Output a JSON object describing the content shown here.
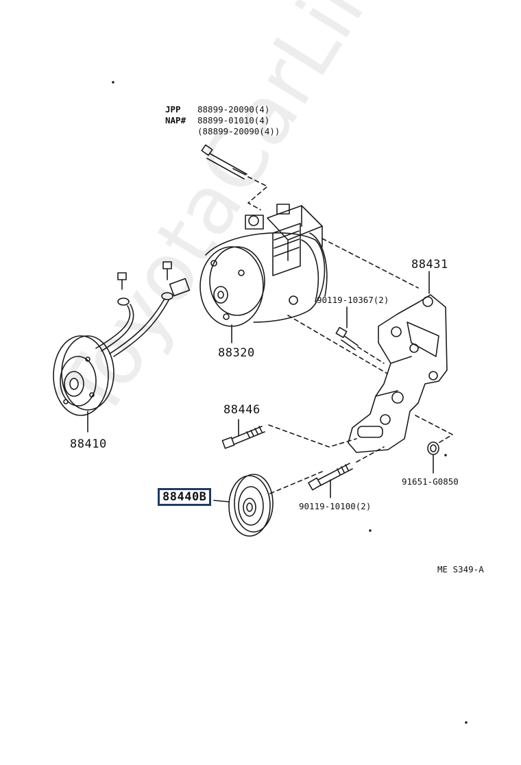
{
  "watermark": "ToyotaCarLine.ru",
  "diagram_code": "ME S349-A",
  "bolt_note": {
    "line1_key": "JPP",
    "line1_val": "88899-20090(4)",
    "line2_key": "NAP#",
    "line2_val": "88899-01010(4)",
    "line3_val": "(88899-20090(4))"
  },
  "parts": {
    "compressor": "88320",
    "magnetic_clutch": "88410",
    "bracket": "88431",
    "bracket_bolt": "90119-10367(2)",
    "idler_bolt": "88446",
    "pulley": "88440B",
    "pulley_bolt": "90119-10100(2)",
    "nut": "91651-G0850"
  },
  "colors": {
    "line": "#1a1a1a",
    "highlight_border": "#1b3a66"
  }
}
